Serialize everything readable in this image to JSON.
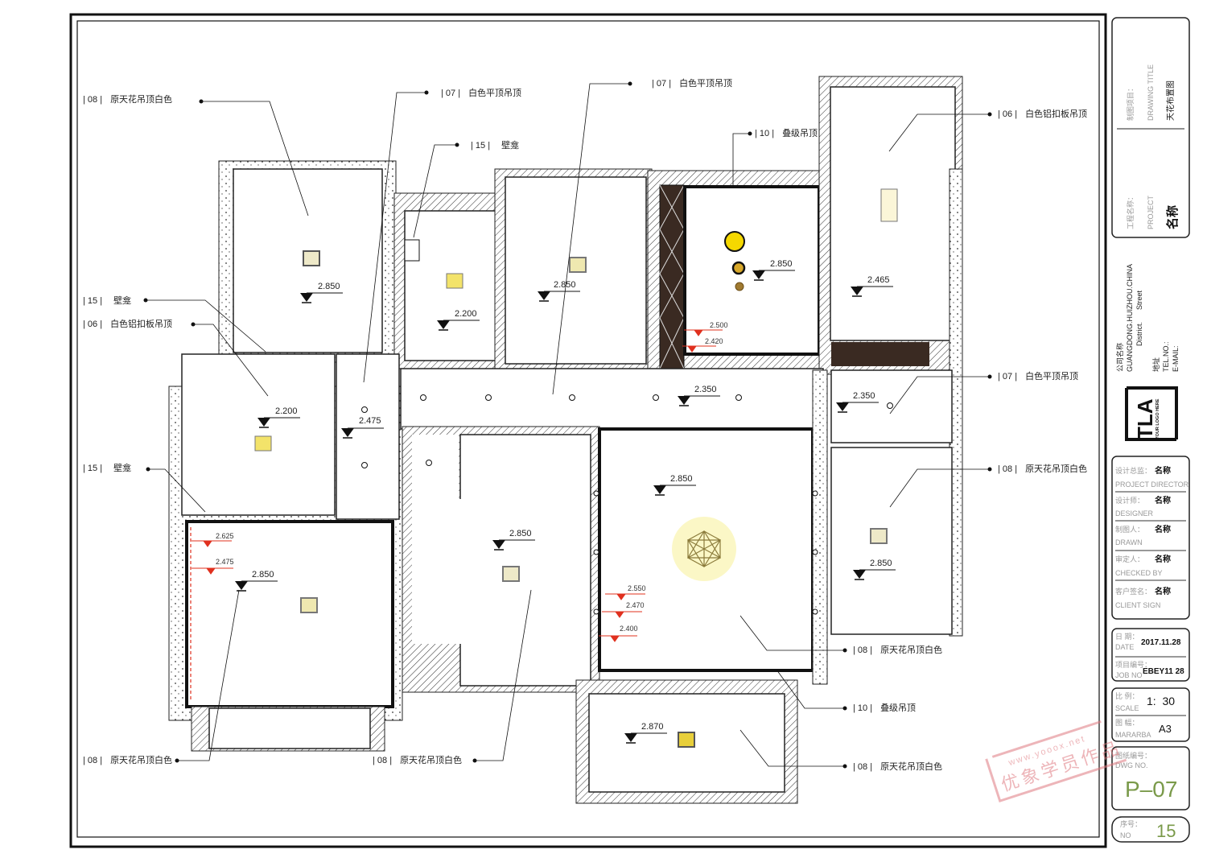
{
  "drawing": {
    "callouts": [
      {
        "code": "| 08 |",
        "text": "原天花吊顶白色"
      },
      {
        "code": "| 07 |",
        "text": "白色平顶吊顶"
      },
      {
        "code": "| 15 |",
        "text": "壁龛"
      },
      {
        "code": "| 07 |",
        "text": "白色平顶吊顶"
      },
      {
        "code": "| 10 |",
        "text": "叠级吊顶"
      },
      {
        "code": "| 06 |",
        "text": "白色铝扣板吊顶"
      },
      {
        "code": "| 15 |",
        "text": "壁龛"
      },
      {
        "code": "| 06 |",
        "text": "白色铝扣板吊顶"
      },
      {
        "code": "| 07 |",
        "text": "白色平顶吊顶"
      },
      {
        "code": "| 15 |",
        "text": "壁龛"
      },
      {
        "code": "| 08 |",
        "text": "原天花吊顶白色"
      },
      {
        "code": "| 08 |",
        "text": "原天花吊顶白色"
      },
      {
        "code": "| 10 |",
        "text": "叠级吊顶"
      },
      {
        "code": "| 08 |",
        "text": "原天花吊顶白色"
      },
      {
        "code": "| 08 |",
        "text": "原天花吊顶白色"
      },
      {
        "code": "| 08 |",
        "text": "原天花吊顶白色"
      }
    ],
    "elevations": [
      "2.850",
      "2.200",
      "2.850",
      "2.850",
      "2.465",
      "2.200",
      "2.475",
      "2.350",
      "2.350",
      "2.850",
      "2.850",
      "2.850",
      "2.850",
      "2.870"
    ],
    "red_elevations": [
      "2.500",
      "2.420",
      "2.625",
      "2.475",
      "2.550",
      "2.470",
      "2.400"
    ]
  },
  "title_block": {
    "drawing_title_cn": "制图项目：",
    "drawing_title_en": "DRAWING TITLE",
    "drawing_title_value": "天花布置图",
    "project_cn": "工程名称：",
    "project_en": "PROJECT",
    "project_value": "名称",
    "company_cn": "公司名称",
    "company_addr1": "GUANGDONG.HUIZHOU.CHINA",
    "company_addr2": "District.      Street",
    "address_cn": "地址",
    "tel": "TEL.NO.:",
    "email": "E-MAIL:",
    "logo_text": "TLA",
    "logo_sub": "YOUR LOGO HERE",
    "signatures": [
      {
        "cn": "设计总监：",
        "en": "PROJECT DIRECTOR",
        "value": "名称"
      },
      {
        "cn": "设计师：",
        "en": "DESIGNER",
        "value": "名称"
      },
      {
        "cn": "制图人：",
        "en": "DRAWN",
        "value": "名称"
      },
      {
        "cn": "审定人：",
        "en": "CHECKED BY",
        "value": "名称"
      },
      {
        "cn": "客户签名：",
        "en": "CLIENT SIGN",
        "value": "名称"
      }
    ],
    "date_cn": "日 期：",
    "date_en": "DATE",
    "date_value": "2017.11.28",
    "job_cn": "项目编号：",
    "job_en": "JOB NO",
    "job_value": "EBEY11 28",
    "scale_cn": "比 例：",
    "scale_en": "SCALE",
    "scale_value": "1:  30",
    "size_cn": "图 幅：",
    "size_en": "MARARBA",
    "size_value": "A3",
    "dwg_cn": "图纸编号：",
    "dwg_en": "DWG NO.",
    "dwg_value": "P–07",
    "no_cn": "序号：",
    "no_en": "NO",
    "no_value": "15"
  },
  "watermark": {
    "url": "www.yooox.net",
    "text": "优象学员作品"
  },
  "colors": {
    "accent_green": "#7a9a4a",
    "red": "#e0301e",
    "fixture_yellow": "#f3e36a"
  }
}
